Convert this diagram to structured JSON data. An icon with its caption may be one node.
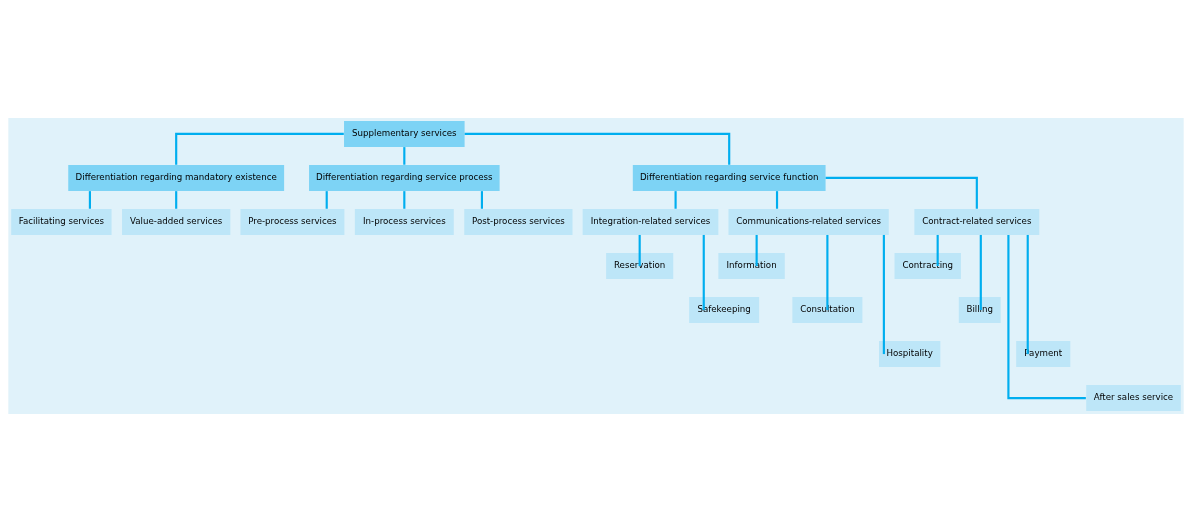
{
  "diagram": {
    "nodes": [
      {
        "text": [
          "Supplementary services"
        ]
      },
      {
        "text": [
          "Differentiation regarding mandatory existence"
        ]
      },
      {
        "text": [
          "Differentiation regarding service process"
        ]
      },
      {
        "text": [
          "Differentiation regarding service function"
        ]
      },
      {
        "text": [
          "Facilitating services"
        ]
      },
      {
        "text": [
          "Value-added services"
        ]
      },
      {
        "text": [
          "Pre-process services"
        ]
      },
      {
        "text": [
          "In-process services"
        ]
      },
      {
        "text": [
          "Post-process services"
        ]
      },
      {
        "text": [
          "Integration-related services"
        ]
      },
      {
        "text": [
          "Communications-related services"
        ]
      },
      {
        "text": [
          "Contract-related services"
        ]
      },
      {
        "text": [
          "Reservation"
        ]
      },
      {
        "text": [
          "Safekeeping"
        ]
      },
      {
        "text": [
          "Information"
        ]
      },
      {
        "text": [
          "Consultation"
        ]
      },
      {
        "text": [
          "Hospitality"
        ]
      },
      {
        "text": [
          "Contracting"
        ]
      },
      {
        "text": [
          "Billing"
        ]
      },
      {
        "text": [
          "Payment"
        ]
      },
      {
        "text": [
          "After sales service"
        ]
      }
    ],
    "edges": [
      {
        "from": 0,
        "to": 1,
        "arrow": "none"
      },
      {
        "from": 0,
        "to": 2,
        "arrow": "none"
      },
      {
        "from": 0,
        "to": 3,
        "arrow": "none"
      },
      {
        "from": 1,
        "to": 4,
        "arrow": "none"
      },
      {
        "from": 1,
        "to": 5,
        "arrow": "none"
      },
      {
        "from": 2,
        "to": 6,
        "arrow": "none"
      },
      {
        "from": 2,
        "to": 7,
        "arrow": "none"
      },
      {
        "from": 2,
        "to": 8,
        "arrow": "none"
      },
      {
        "from": 3,
        "to": 9,
        "arrow": "none"
      },
      {
        "from": 3,
        "to": 10,
        "arrow": "none"
      },
      {
        "from": 3,
        "to": 11,
        "arrow": "none"
      },
      {
        "from": 9,
        "to": 12,
        "arrow": "none"
      },
      {
        "from": 9,
        "to": 13,
        "arrow": "none"
      },
      {
        "from": 10,
        "to": 14,
        "arrow": "none"
      },
      {
        "from": 10,
        "to": 15,
        "arrow": "none"
      },
      {
        "from": 10,
        "to": 16,
        "arrow": "none"
      },
      {
        "from": 11,
        "to": 17,
        "arrow": "none"
      },
      {
        "from": 11,
        "to": 18,
        "arrow": "none"
      },
      {
        "from": 11,
        "to": 19,
        "arrow": "none"
      },
      {
        "from": 11,
        "to": 20,
        "arrow": "none"
      }
    ]
  }
}
